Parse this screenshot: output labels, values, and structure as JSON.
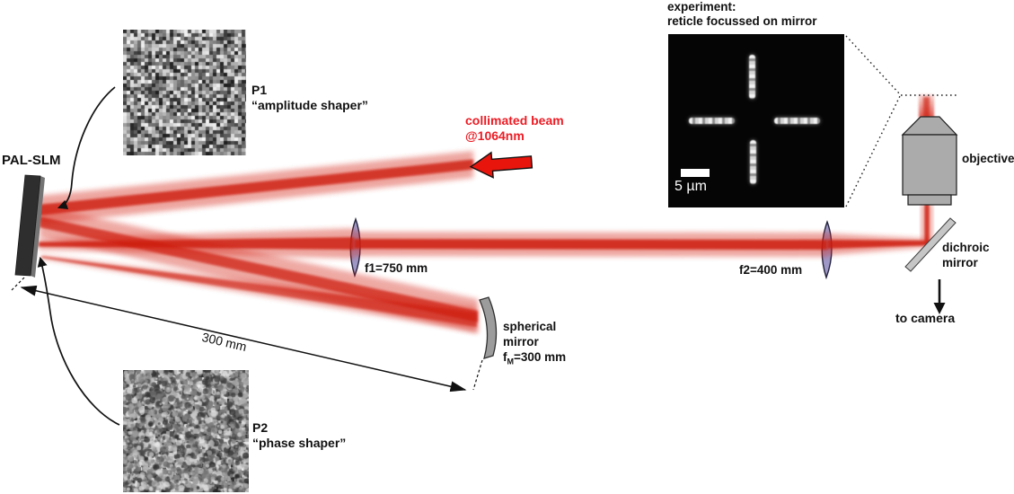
{
  "palette": {
    "beam_red": "#d62a1e",
    "accent_red": "#ec1c24",
    "lens_fill": "#9e98c6",
    "metal_gray": "#a9a9a9",
    "slm_dark": "#2e2e2e"
  },
  "diagram": {
    "slm": {
      "label": "PAL-SLM"
    },
    "p1": {
      "title": "P1",
      "subtitle": "“amplitude shaper”"
    },
    "p2": {
      "title": "P2",
      "subtitle": "“phase shaper”"
    },
    "source": {
      "line1": "collimated beam",
      "line2": "@1064nm"
    },
    "lens1": {
      "label": "f1=750 mm"
    },
    "lens2": {
      "label": "f2=400 mm"
    },
    "spherical_mirror": {
      "line1": "spherical",
      "line2": "mirror",
      "f_prefix": "f",
      "f_sub": "M",
      "f_value": "=300 mm"
    },
    "distance": {
      "label": "300 mm"
    },
    "objective": {
      "label": "objective"
    },
    "dichroic": {
      "line1": "dichroic",
      "line2": "mirror"
    },
    "camera": {
      "label": "to camera"
    },
    "experiment": {
      "line1": "experiment:",
      "line2": "reticle focussed on mirror",
      "scale_label": "5 µm"
    }
  }
}
